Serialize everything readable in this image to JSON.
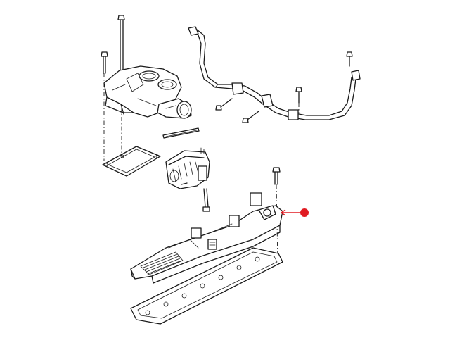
{
  "diagram": {
    "parts": [
      {
        "id": "upper-intake-manifold"
      },
      {
        "id": "intake-manifold-gasket"
      },
      {
        "id": "throttle-body-gasket"
      },
      {
        "id": "throttle-body"
      },
      {
        "id": "breather-hose"
      },
      {
        "id": "lower-intake-manifold"
      },
      {
        "id": "lower-manifold-gasket"
      }
    ],
    "callouts": [
      {
        "target": "lower-intake-manifold",
        "marker_color": "#e01b22"
      }
    ],
    "colors": {
      "line": "#1a1a1a",
      "background": "#ffffff",
      "callout": "#e01b22"
    }
  }
}
